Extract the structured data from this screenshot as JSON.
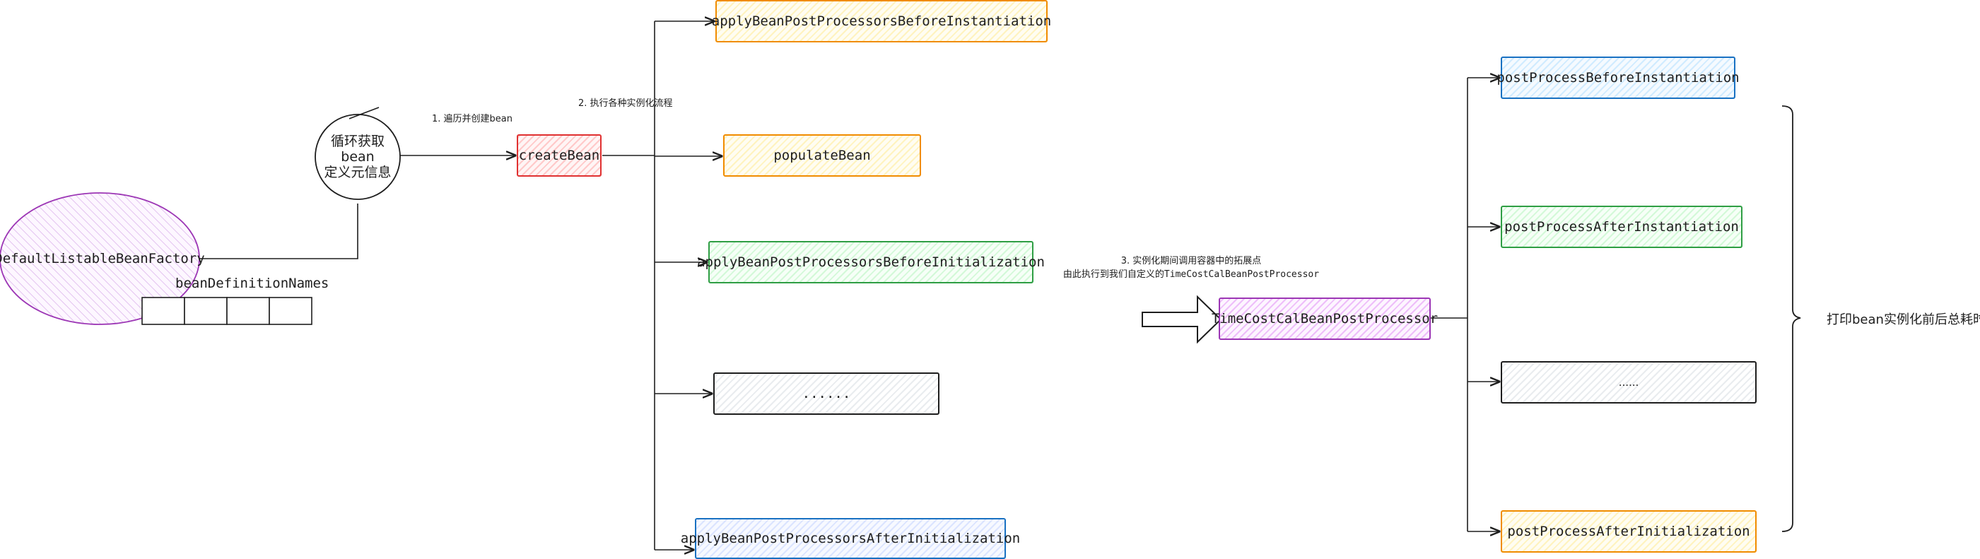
{
  "nodes": {
    "factory": "DefaultListableBeanFactory",
    "bean_definition_names": "beanDefinitionNames",
    "loop_line1": "循环获取bean",
    "loop_line2": "定义元信息",
    "create_bean": "createBean",
    "before_instantiation": "applyBeanPostProcessorsBeforeInstantiation",
    "populate_bean": "populateBean",
    "before_initialization": "applyBeanPostProcessorsBeforeInitialization",
    "ellipsis_left": "......",
    "after_initialization": "applyBeanPostProcessorsAfterInitialization",
    "time_cost_processor": "TimeCostCalBeanPostProcessor",
    "post_before_instantiation": "postProcessBeforeInstantiation",
    "post_after_instantiation": "postProcessAfterInstantiation",
    "ellipsis_right": "......",
    "post_after_initialization": "postProcessAfterInitialization"
  },
  "notes": {
    "step1": "1. 遍历并创建bean",
    "step2": "2. 执行各种实例化流程",
    "step3_line1": "3. 实例化期间调用容器中的拓展点",
    "step3_line2": "由此执行到我们自定义的TimeCostCalBeanPostProcessor",
    "print_time": "打印bean实例化前后总耗时"
  },
  "colors": {
    "stroke": "#1e1e1e",
    "orange": "#f08c00",
    "red": "#e03131",
    "green": "#2f9e44",
    "blue": "#1971c2",
    "purple": "#9c36b5"
  }
}
